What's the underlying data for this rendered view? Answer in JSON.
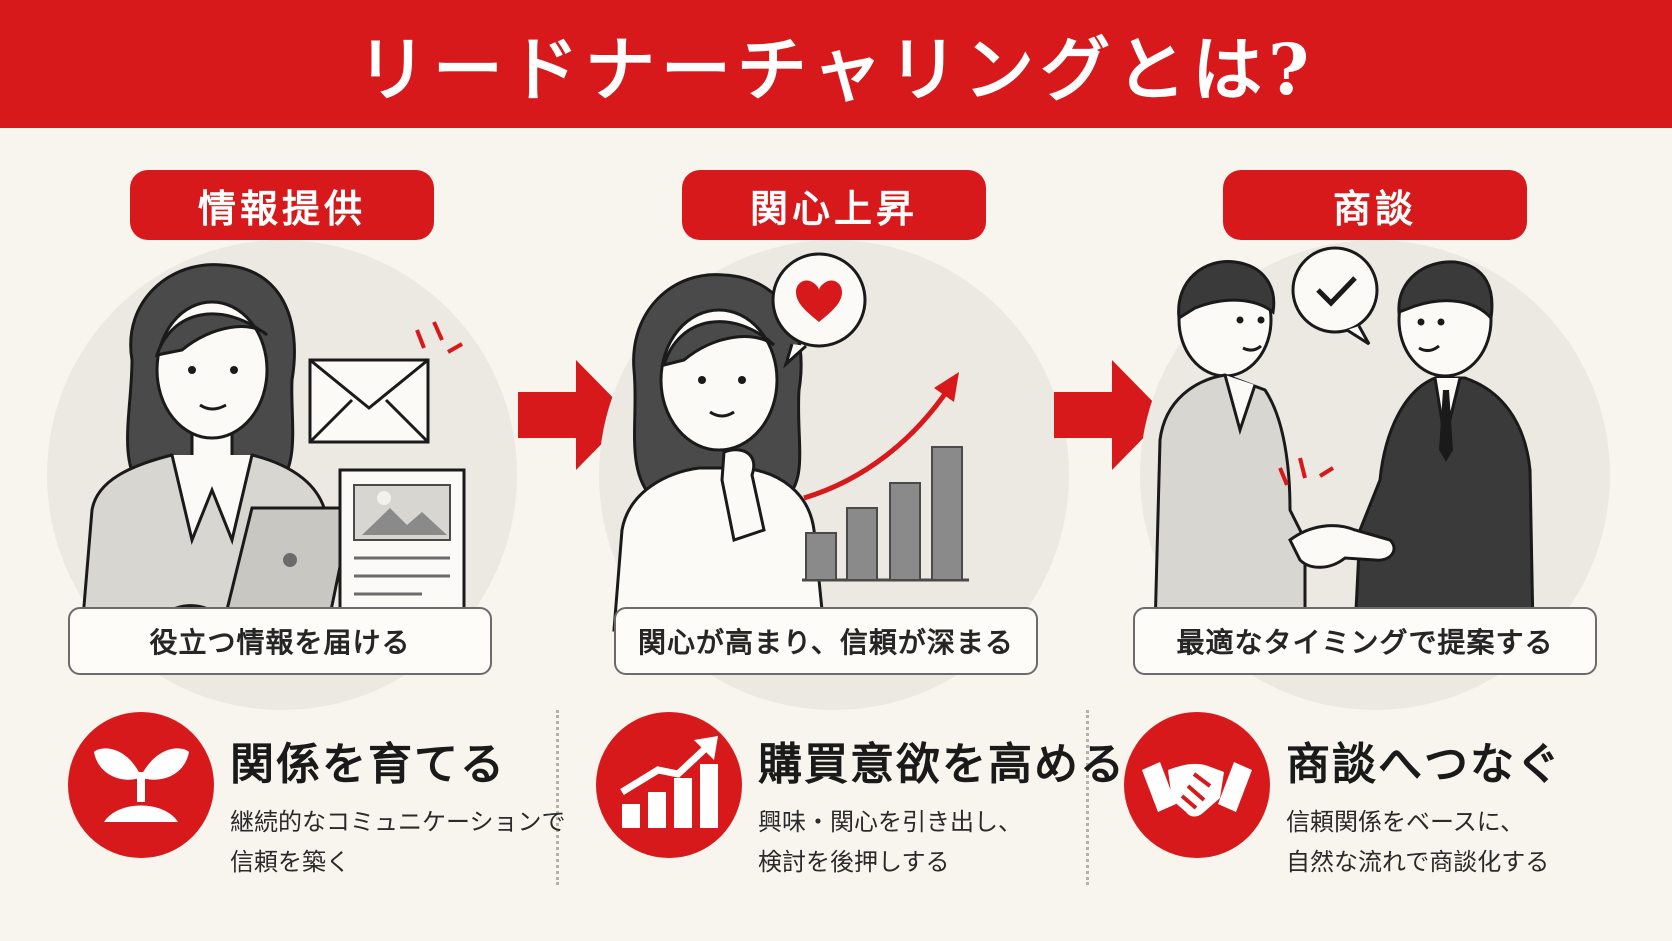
{
  "title": "リードナーチャリングとは?",
  "colors": {
    "accent": "#d7191c",
    "background": "#f8f5ee",
    "circle": "#ece9e2"
  },
  "stages": [
    {
      "label": "情報提供",
      "caption": "役立つ情報を届ける",
      "icons": [
        "woman-laptop-icon",
        "envelope-icon",
        "document-icon"
      ]
    },
    {
      "label": "関心上昇",
      "caption": "関心が高まり、信頼が深まる",
      "icons": [
        "woman-thinking-icon",
        "heart-bubble-icon",
        "growth-chart-icon"
      ]
    },
    {
      "label": "商談",
      "caption": "最適なタイミングで提案する",
      "icons": [
        "handshake-businessmen-icon",
        "check-bubble-icon"
      ]
    }
  ],
  "benefits": [
    {
      "title": "関係を育てる",
      "desc_line1": "継続的なコミュニケーションで",
      "desc_line2": "信頼を築く",
      "icon": "sprout-icon"
    },
    {
      "title": "購買意欲を高める",
      "desc_line1": "興味・関心を引き出し、",
      "desc_line2": "検討を後押しする",
      "icon": "rising-bar-chart-icon"
    },
    {
      "title": "商談へつなぐ",
      "desc_line1": "信頼関係をベースに、",
      "desc_line2": "自然な流れで商談化する",
      "icon": "handshake-icon"
    }
  ]
}
